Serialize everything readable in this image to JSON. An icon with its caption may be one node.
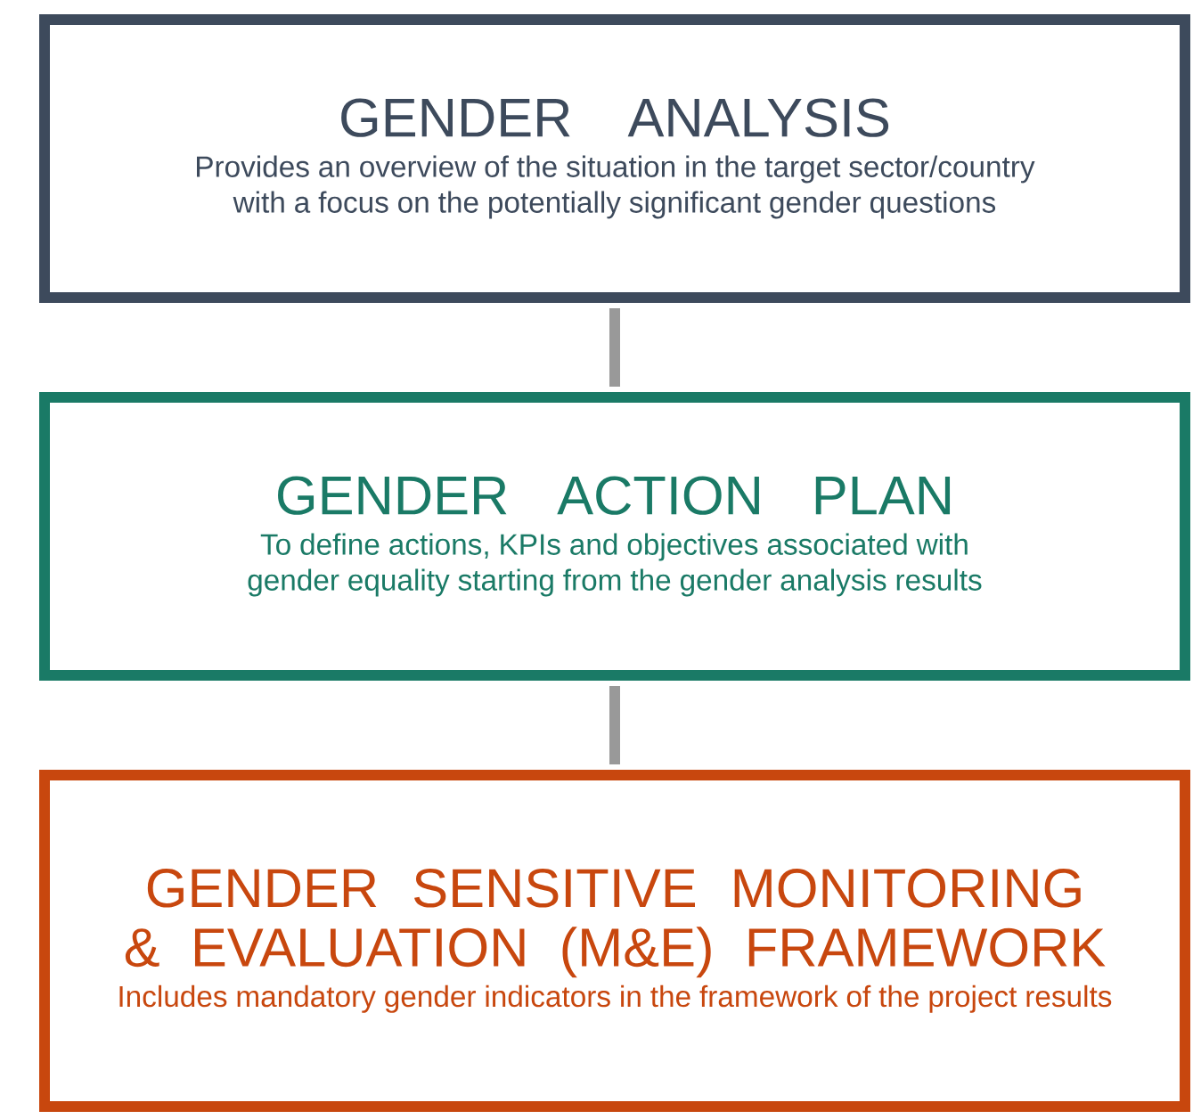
{
  "diagram": {
    "nodes": [
      {
        "text": [
          "GENDER ANALYSIS",
          "Provides an overview of the situation in the target sector/country with a focus on the potentially significant gender questions"
        ]
      },
      {
        "text": [
          "GENDER ACTION PLAN",
          "To define actions, KPIs and objectives associated with gender equality starting from the gender analysis results"
        ]
      },
      {
        "text": [
          "GENDER SENSITIVE MONITORING & EVALUATION (M&E) FRAMEWORK",
          "Includes mandatory gender indicators in the framework of the project results"
        ]
      }
    ],
    "edges": [
      {
        "from": 0,
        "to": 1,
        "arrow": "none"
      },
      {
        "from": 1,
        "to": 2,
        "arrow": "none"
      }
    ]
  }
}
